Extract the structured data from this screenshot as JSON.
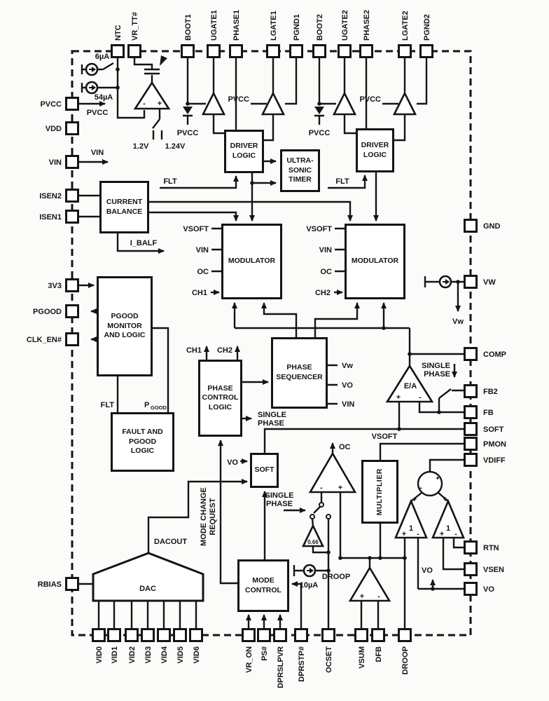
{
  "colors": {
    "ink": "#141414",
    "background": "#fbfbf9"
  },
  "pins": {
    "top": [
      "NTC",
      "VR_TT#",
      "BOOT1",
      "UGATE1",
      "PHASE1",
      "LGATE1",
      "PGND1",
      "BOOT2",
      "UGATE2",
      "PHASE2",
      "LGATE2",
      "PGND2"
    ],
    "left": [
      "PVCC",
      "VDD",
      "VIN",
      "ISEN2",
      "ISEN1",
      "3V3",
      "PGOOD",
      "CLK_EN#",
      "RBIAS"
    ],
    "right": [
      "GND",
      "VW",
      "COMP",
      "FB2",
      "FB",
      "SOFT",
      "PMON",
      "VDIFF",
      "RTN",
      "VSEN",
      "VO"
    ],
    "bottom": [
      "VID0",
      "VID1",
      "VID2",
      "VID3",
      "VID4",
      "VID5",
      "VID6",
      "VR_ON",
      "PS#",
      "DPRSLPVR",
      "DPRSTP#",
      "OCSET",
      "VSUM",
      "DFB",
      "DROOP"
    ]
  },
  "blocks": {
    "current_balance": [
      "CURRENT",
      "BALANCE"
    ],
    "driver_logic": [
      "DRIVER",
      "LOGIC"
    ],
    "ultrasonic_timer": [
      "ULTRA-",
      "SONIC",
      "TIMER"
    ],
    "modulator": [
      "MODULATOR"
    ],
    "pgood_monitor": [
      "PGOOD",
      "MONITOR",
      "AND LOGIC"
    ],
    "fault_pgood": [
      "FAULT AND",
      "PGOOD",
      "LOGIC"
    ],
    "phase_control": [
      "PHASE",
      "CONTROL",
      "LOGIC"
    ],
    "phase_sequencer": [
      "PHASE",
      "SEQUENCER"
    ],
    "soft": "SOFT",
    "mode_control": [
      "MODE",
      "CONTROL"
    ],
    "multiplier": "MULTIPLIER",
    "dac": "DAC"
  },
  "nets": {
    "pvcc": "PVCC",
    "vin": "VIN",
    "flt": "FLT",
    "i_balf": "I_BALF",
    "vsoft": "VSOFT",
    "oc": "OC",
    "ch1": "CH1",
    "ch2": "CH2",
    "vw": "Vw",
    "vo": "VO",
    "single": "SINGLE",
    "phase": "PHASE",
    "dacout": "DACOUT",
    "mode_change_line1": "MODE CHANGE",
    "mode_change_line2": "REQUEST",
    "droop": "DROOP",
    "i6": "6µA",
    "i54": "54µA",
    "i10": "10µA",
    "v1_2": "1.2V",
    "v1_24": "1.24V",
    "gain": "0.66",
    "unity": "1",
    "ea": "E/A",
    "pgood_p": "P",
    "pgood_sub": "GOOD",
    "plus": "+",
    "minus": "-"
  }
}
